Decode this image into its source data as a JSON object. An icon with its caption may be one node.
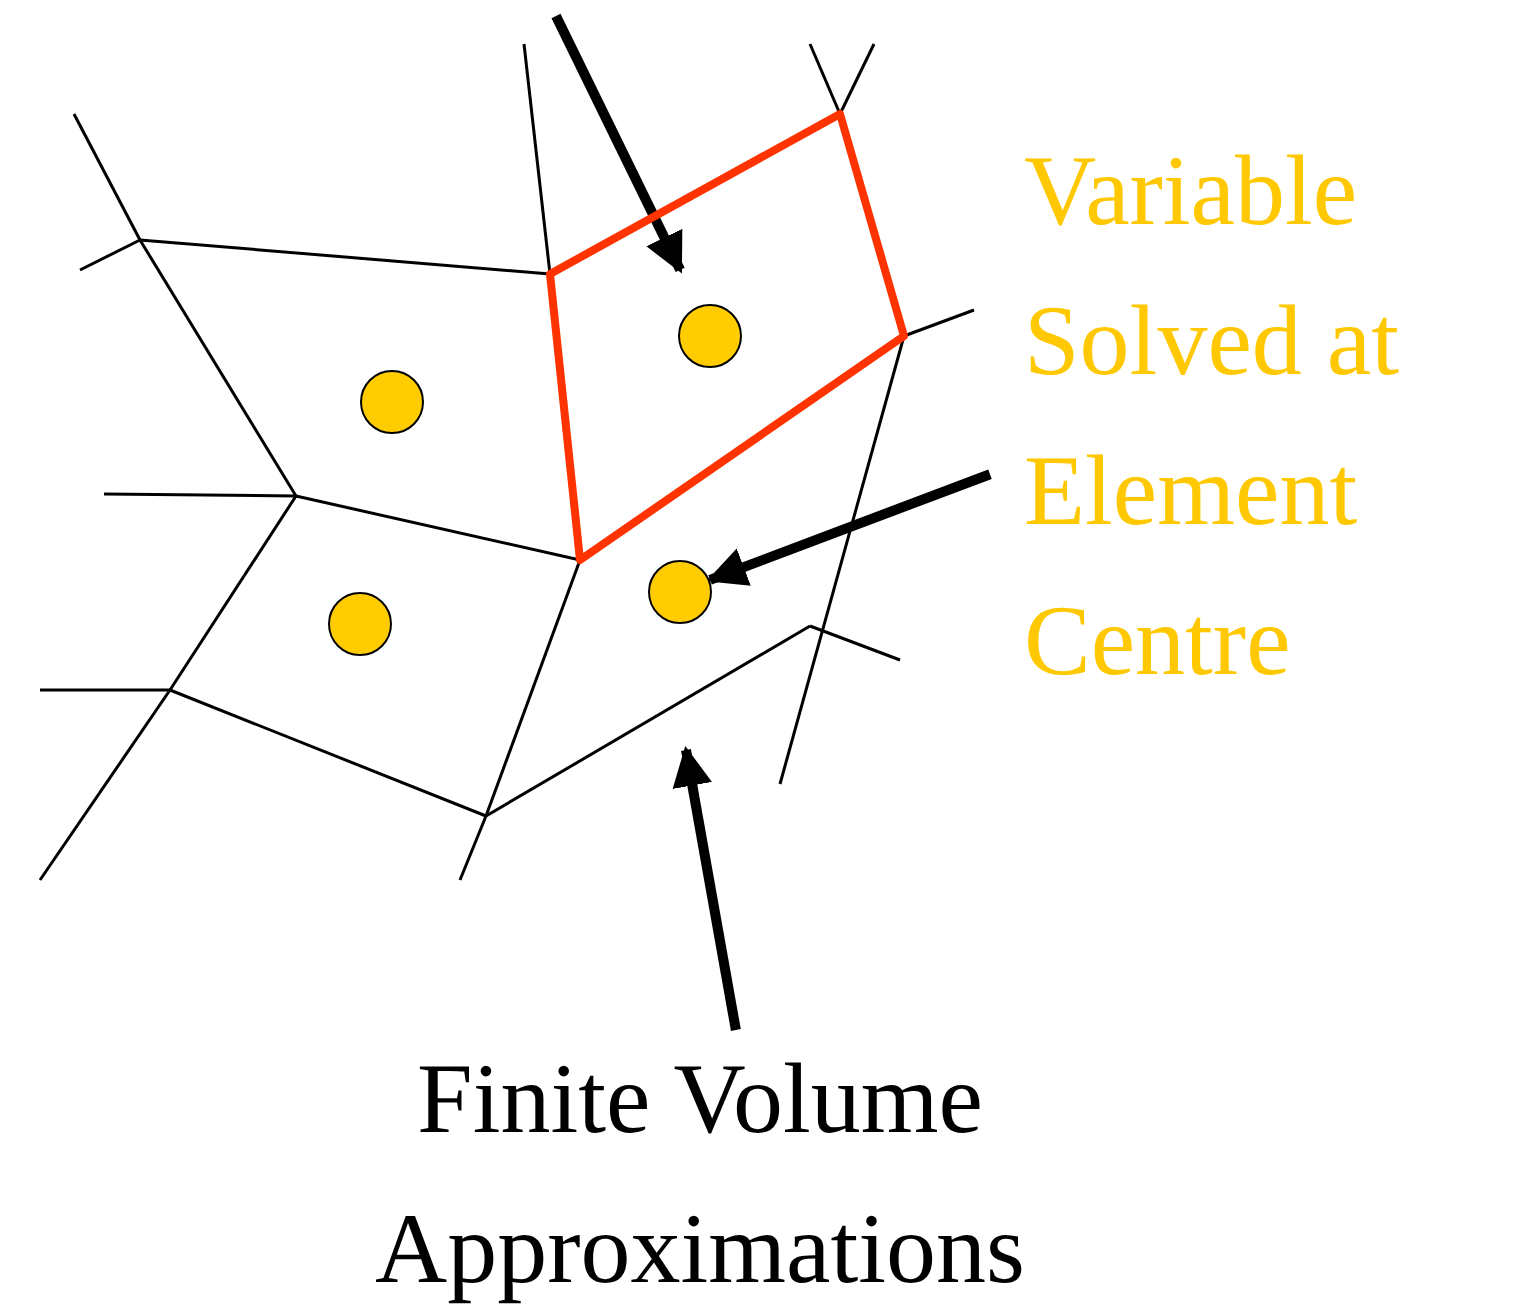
{
  "diagram": {
    "nodes": [
      {
        "text": [
          "Variable Solved at Element Centre"
        ]
      },
      {
        "text": [
          "Finite Volume Approximations"
        ]
      },
      {
        "text": [],
        "shape": "box"
      },
      {
        "text": [],
        "shape": "circle",
        "in": 2
      },
      {
        "text": [],
        "shape": "circle"
      },
      {
        "text": [],
        "shape": "circle"
      },
      {
        "text": [],
        "shape": "circle"
      }
    ],
    "edges": [
      {
        "from": null,
        "to": 2,
        "arrow": "to"
      },
      {
        "from": 0,
        "to": 6,
        "arrow": "to"
      },
      {
        "from": 1,
        "to": null,
        "arrow": "to"
      }
    ]
  }
}
